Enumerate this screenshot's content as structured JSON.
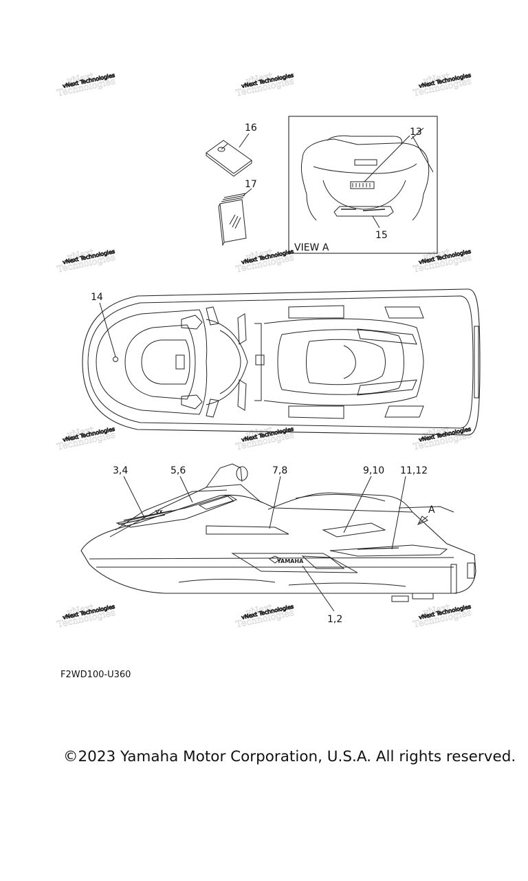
{
  "callouts": {
    "c16": "16",
    "c17": "17",
    "c13": "13",
    "c15": "15",
    "c14": "14",
    "c34": "3,4",
    "c56": "5,6",
    "c78": "7,8",
    "c910": "9,10",
    "c1112": "11,12",
    "c12": "1,2",
    "cA": "A"
  },
  "view_label": "VIEW A",
  "watermark": "vNext Technologies",
  "decal_text": {
    "yamaha": "YAMAHA",
    "model": "VX"
  },
  "diagram_code": "F2WD100-U360",
  "copyright": "©2023 Yamaha Motor Corporation, U.S.A. All rights reserved."
}
